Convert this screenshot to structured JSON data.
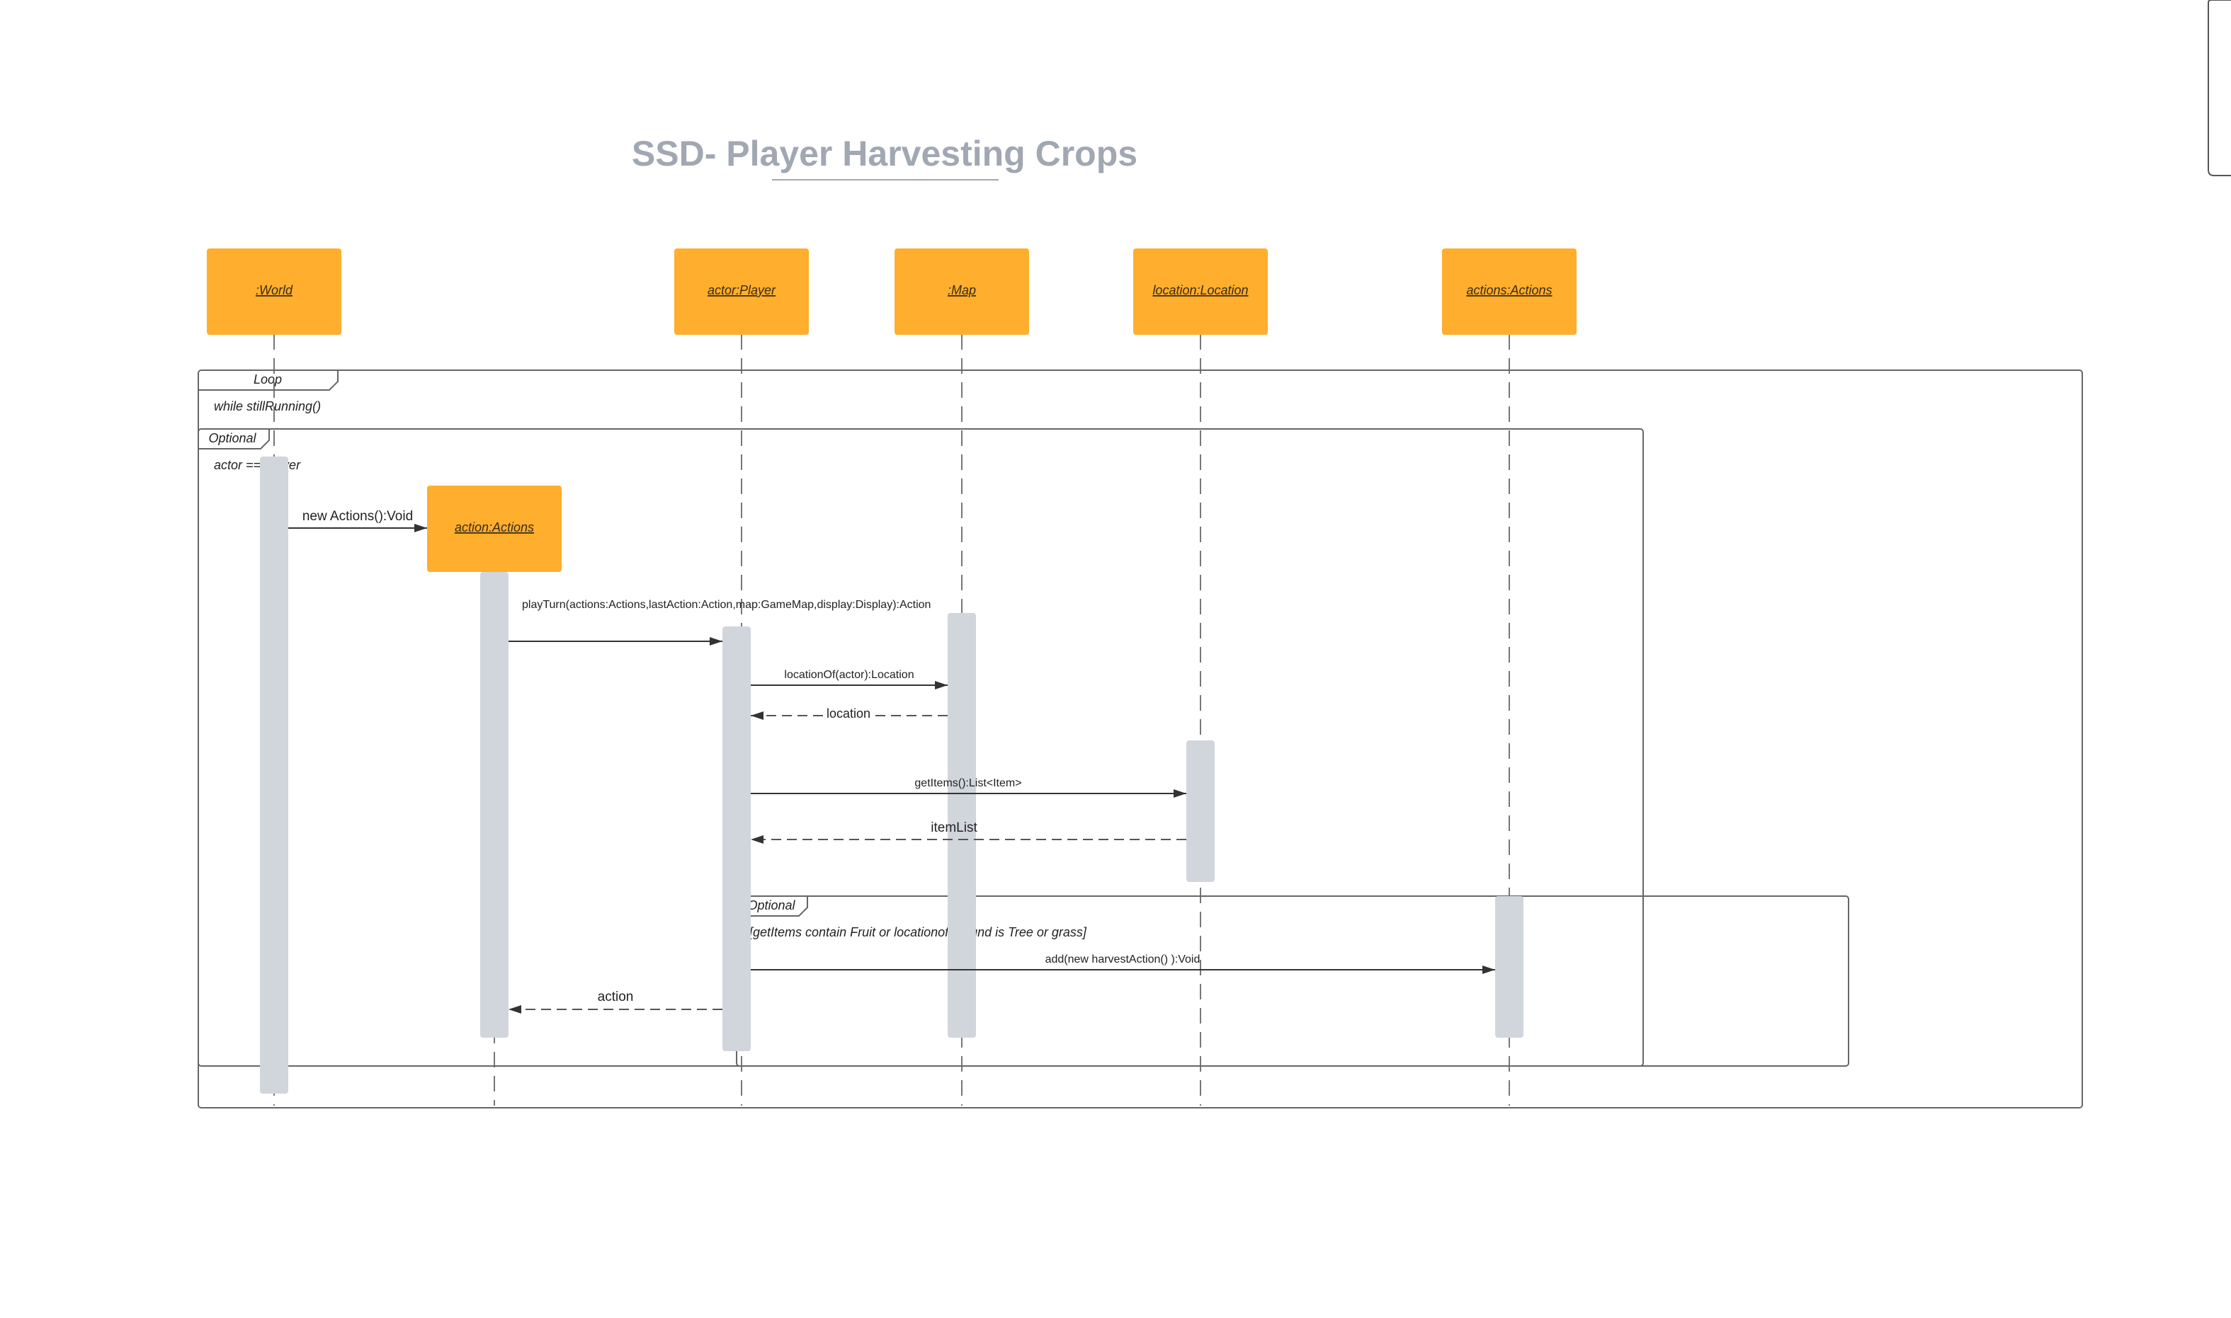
{
  "diagram": {
    "title": "SSD- Player Harvesting Crops",
    "colors": {
      "participant_fill": "#FFAE2E",
      "participant_text": "#3A2D13",
      "activation_fill": "#D1D5DC",
      "title": "#A1A8B3",
      "line": "#333333",
      "lifeline": "#777777"
    },
    "participants": {
      "world": ":World",
      "player": "actor:Player",
      "map": ":Map",
      "location": "location:Location",
      "actions": "actions:Actions",
      "action": "action:Actions"
    },
    "frames": {
      "loop": {
        "label": "Loop",
        "guard": "while stillRunning()"
      },
      "optional_actor": {
        "label": "Optional",
        "guard": "actor == Player"
      },
      "optional_items": {
        "label": "Optional",
        "guard": "[getItems contain Fruit or locationof ground is Tree or grass]"
      }
    },
    "messages": {
      "new_actions": "new Actions():Void",
      "play_turn": "playTurn(actions:Actions,lastAction:Action,map:GameMap,display:Display):Action",
      "location_of": "locationOf(actor):Location",
      "location_return": "location",
      "get_items": "getItems():List<Item>",
      "item_list_return": "itemList",
      "add_harvest": "add(new harvestAction() ):Void",
      "action_return": "action"
    }
  }
}
